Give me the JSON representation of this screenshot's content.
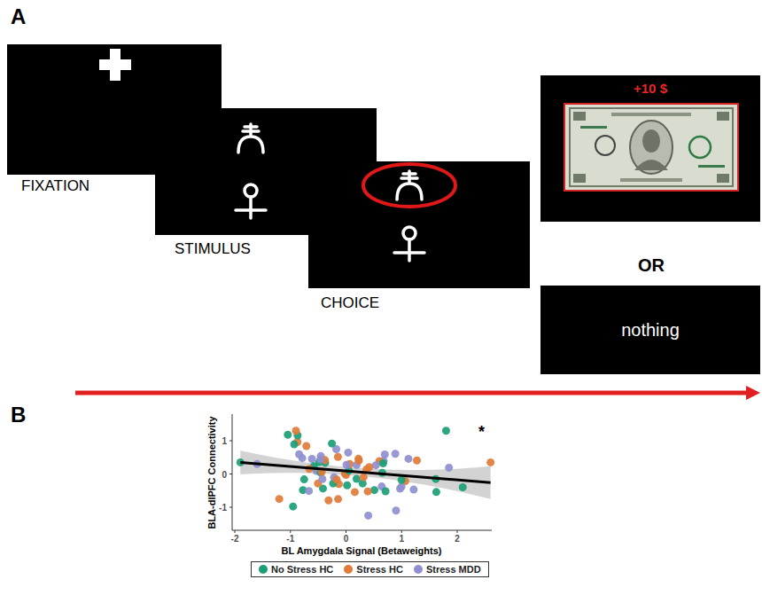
{
  "diagram": {
    "nodes": [
      {
        "text": [
          "+10 $"
        ]
      },
      {
        "text": [
          "nothing"
        ]
      }
    ],
    "labels": [
      "A",
      "FIXATION",
      "STIMULUS",
      "CHOICE",
      "OR",
      "B",
      "*",
      "1",
      "0",
      "-1",
      "-2",
      "-1",
      "0",
      "1",
      "2",
      "BLA-dlPFC Connectivity",
      "BL Amygdala Signal (Betaweights)"
    ],
    "legend": [
      {
        "text": "No Stress HC",
        "color": "#1b9e77"
      },
      {
        "text": "Stress HC",
        "color": "#e07b39"
      },
      {
        "text": "Stress MDD",
        "color": "#8f8fd0"
      }
    ]
  }
}
